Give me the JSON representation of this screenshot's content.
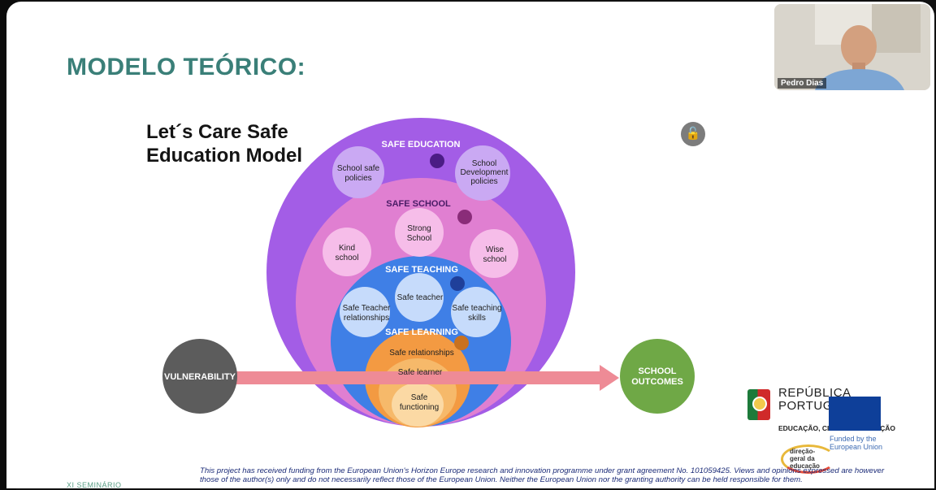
{
  "slide": {
    "title": "MODELO TEÓRICO:",
    "model_title": "Let´s Care Safe Education Model",
    "footer": "XI SEMINÁRIO",
    "disclaimer": "This project has received funding from the European Union's Horizon Europe research and innovation programme under grant agreement No. 101059425. Views and opinions expressed are however those of the author(s) only and do not necessarily reflect those of the European Union. Neither the European Union nor the granting authority can be held responsible for them."
  },
  "diagram": {
    "safe_education": {
      "label": "SAFE EDUCATION",
      "items": [
        "School safe policies",
        "School Development policies"
      ],
      "color": "#a35de6"
    },
    "safe_school": {
      "label": "SAFE SCHOOL",
      "items": [
        "Strong School",
        "Kind school",
        "Wise school"
      ],
      "color": "#e07fd1"
    },
    "safe_teaching": {
      "label": "SAFE TEACHING",
      "items": [
        "Safe teacher",
        "Safe Teacher relationships",
        "Safe teaching skills"
      ],
      "color": "#3f7fe6"
    },
    "safe_learning": {
      "label": "SAFE LEARNING",
      "items": [
        "Safe relationships",
        "Safe learner",
        "Safe functioning"
      ],
      "color": "#f39a42"
    },
    "vulnerability": "VULNERABILITY",
    "outcomes": "SCHOOL OUTCOMES"
  },
  "webcam": {
    "participant_name": "Pedro Dias"
  },
  "logos": {
    "republica": "REPÚBLICA PORTUGUESA",
    "republica_sub": "EDUCAÇÃO, CIÊNCIA E INOVAÇÃO",
    "funded_by": "Funded by the European Union",
    "dge": "direção-geral da educação"
  },
  "icons": {
    "lock": "lock-icon"
  }
}
